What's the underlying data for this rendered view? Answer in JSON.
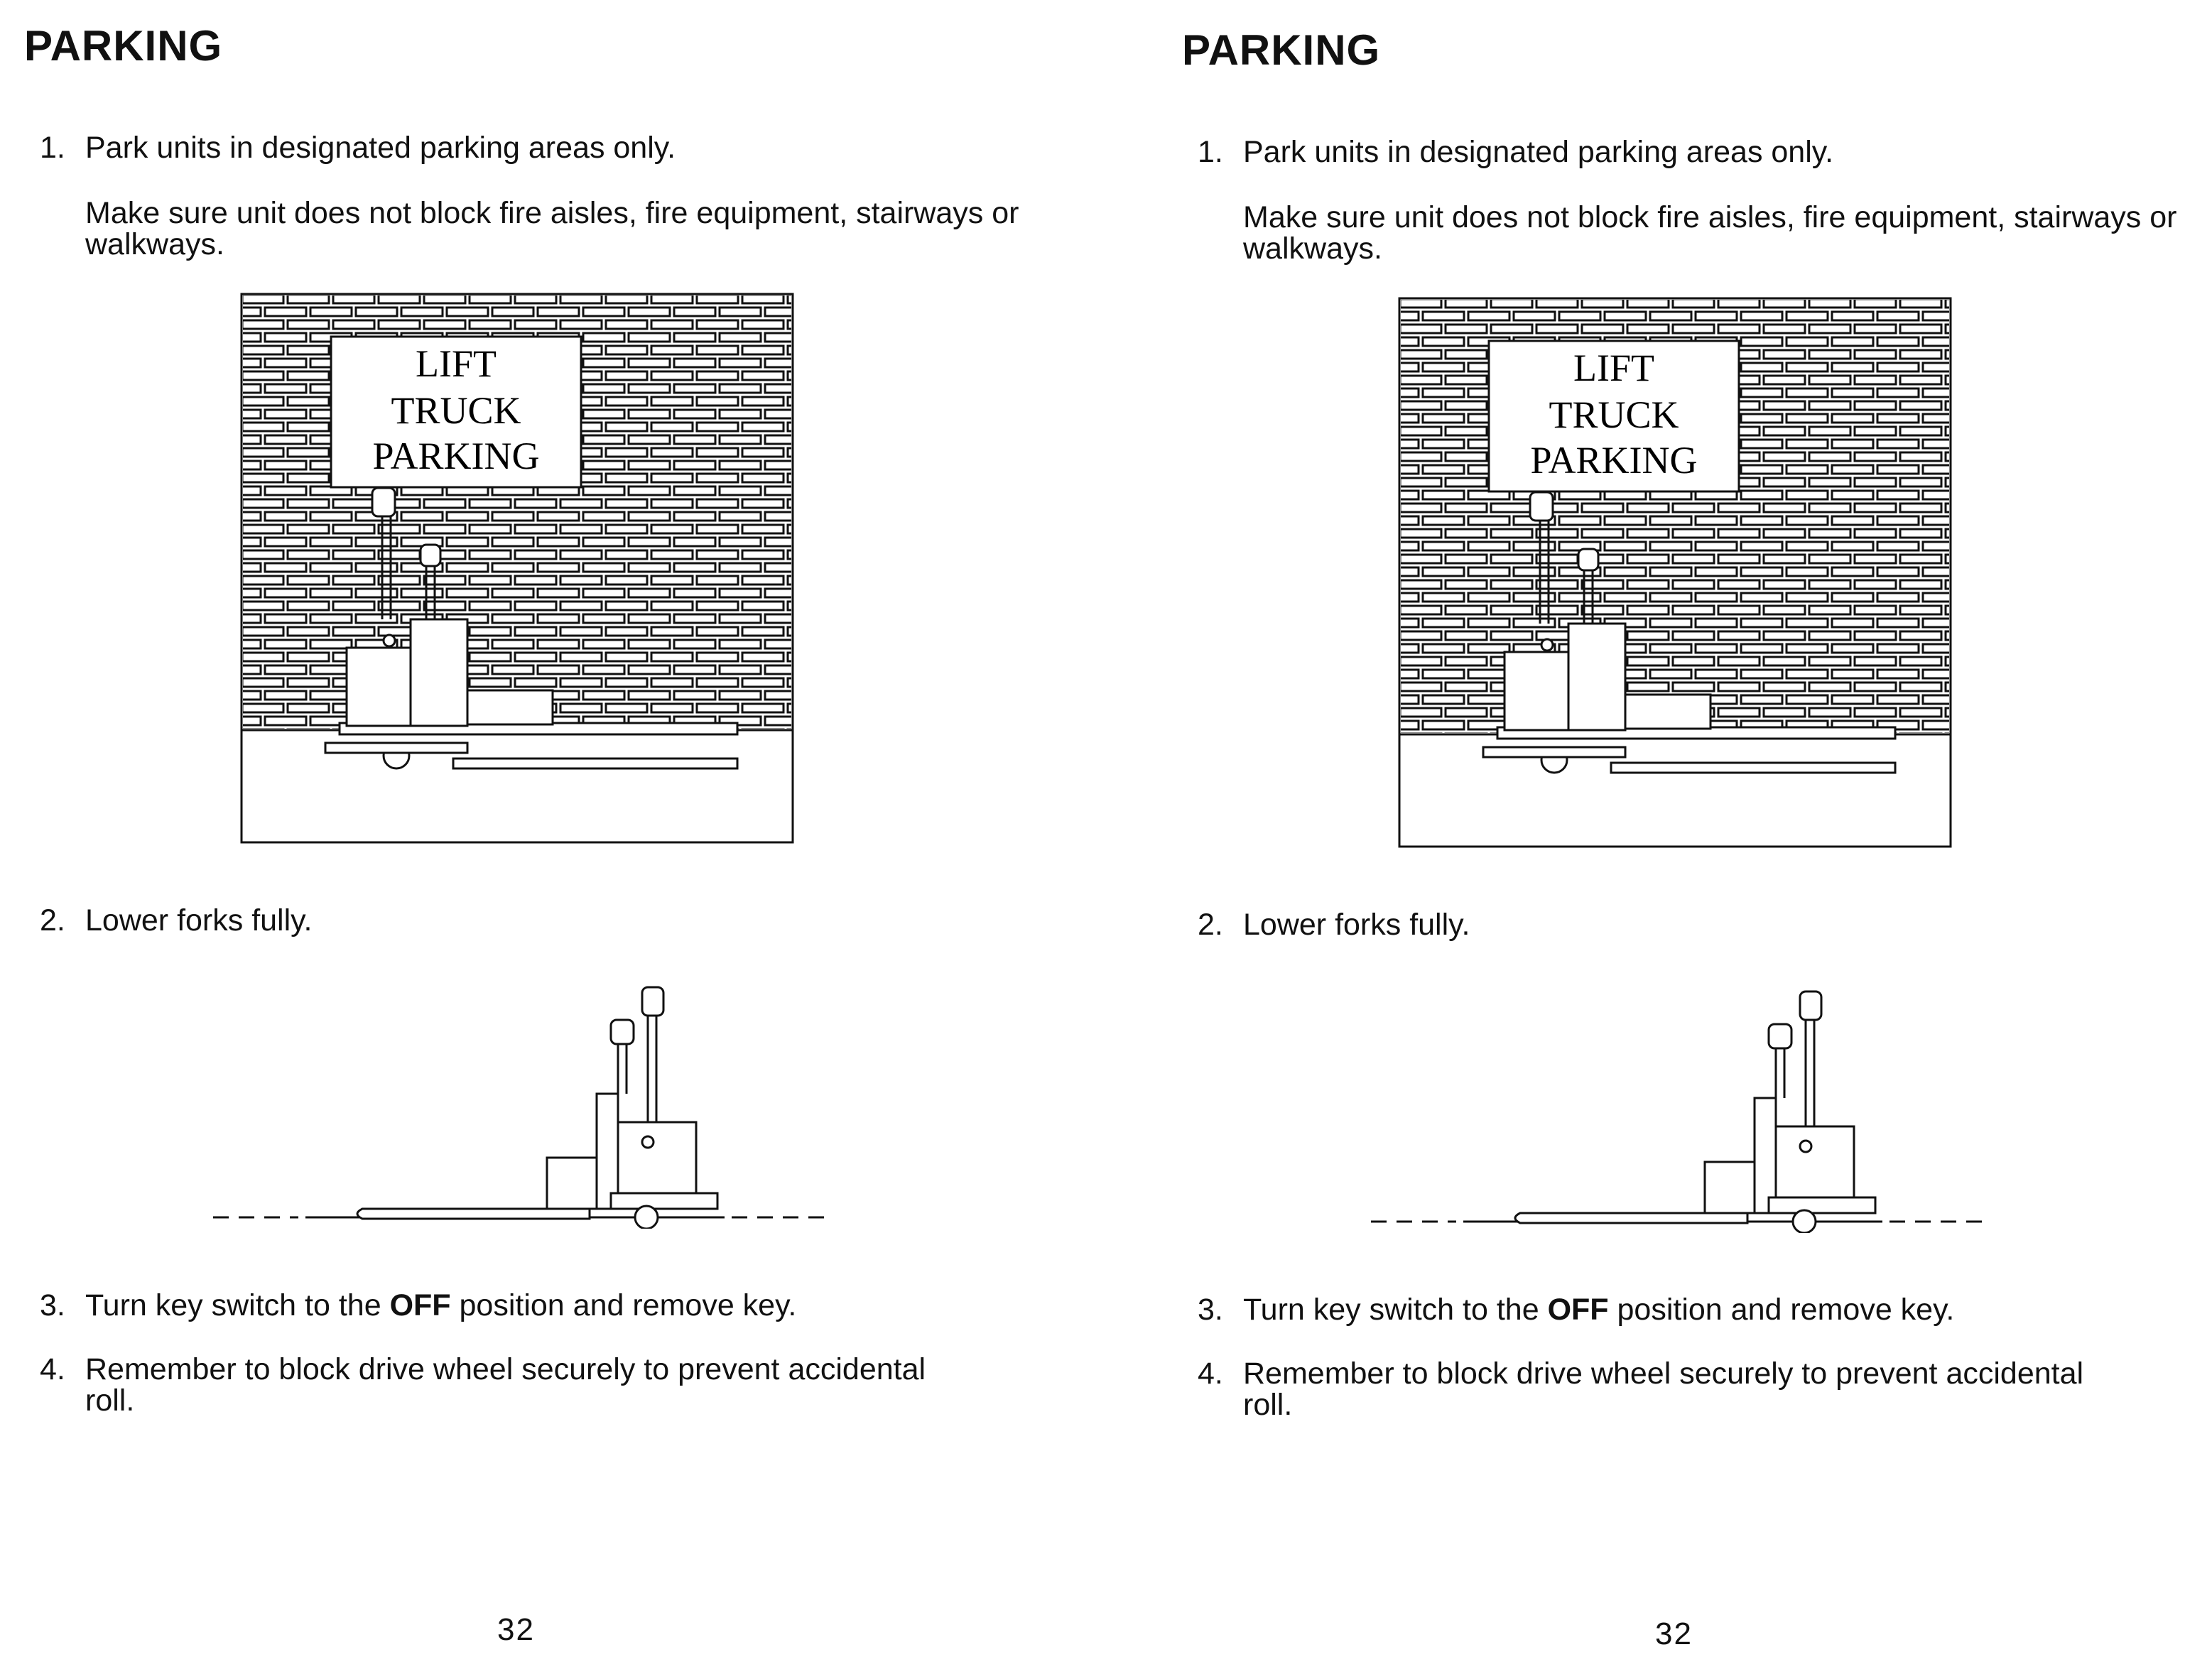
{
  "pages": [
    {
      "title": "PARKING",
      "steps": [
        {
          "num": "1.",
          "text": "Park units in designated parking areas only."
        },
        {
          "num": "2.",
          "text": "Lower forks fully."
        },
        {
          "num": "3.",
          "text_before": "Turn key switch to the ",
          "text_bold": "OFF",
          "text_after": " position and remove key."
        },
        {
          "num": "4.",
          "text": "Remember to block drive wheel securely to prevent accidental roll."
        }
      ],
      "note": "Make sure unit does not block fire aisles, fire equipment, stairways or walkways.",
      "sign": {
        "line1": "LIFT",
        "line2": "TRUCK",
        "line3": "PARKING"
      },
      "page_number": "32"
    },
    {
      "title": "PARKING",
      "steps": [
        {
          "num": "1.",
          "text": "Park units in designated parking areas only."
        },
        {
          "num": "2.",
          "text": "Lower forks fully."
        },
        {
          "num": "3.",
          "text_before": "Turn key switch to the ",
          "text_bold": "OFF",
          "text_after": " position and remove key."
        },
        {
          "num": "4.",
          "text": "Remember to block drive wheel securely to prevent accidental roll."
        }
      ],
      "note": "Make sure unit does not block fire aisles, fire equipment, stairways or walkways.",
      "sign": {
        "line1": "LIFT",
        "line2": "TRUCK",
        "line3": "PARKING"
      },
      "page_number": "32"
    }
  ]
}
